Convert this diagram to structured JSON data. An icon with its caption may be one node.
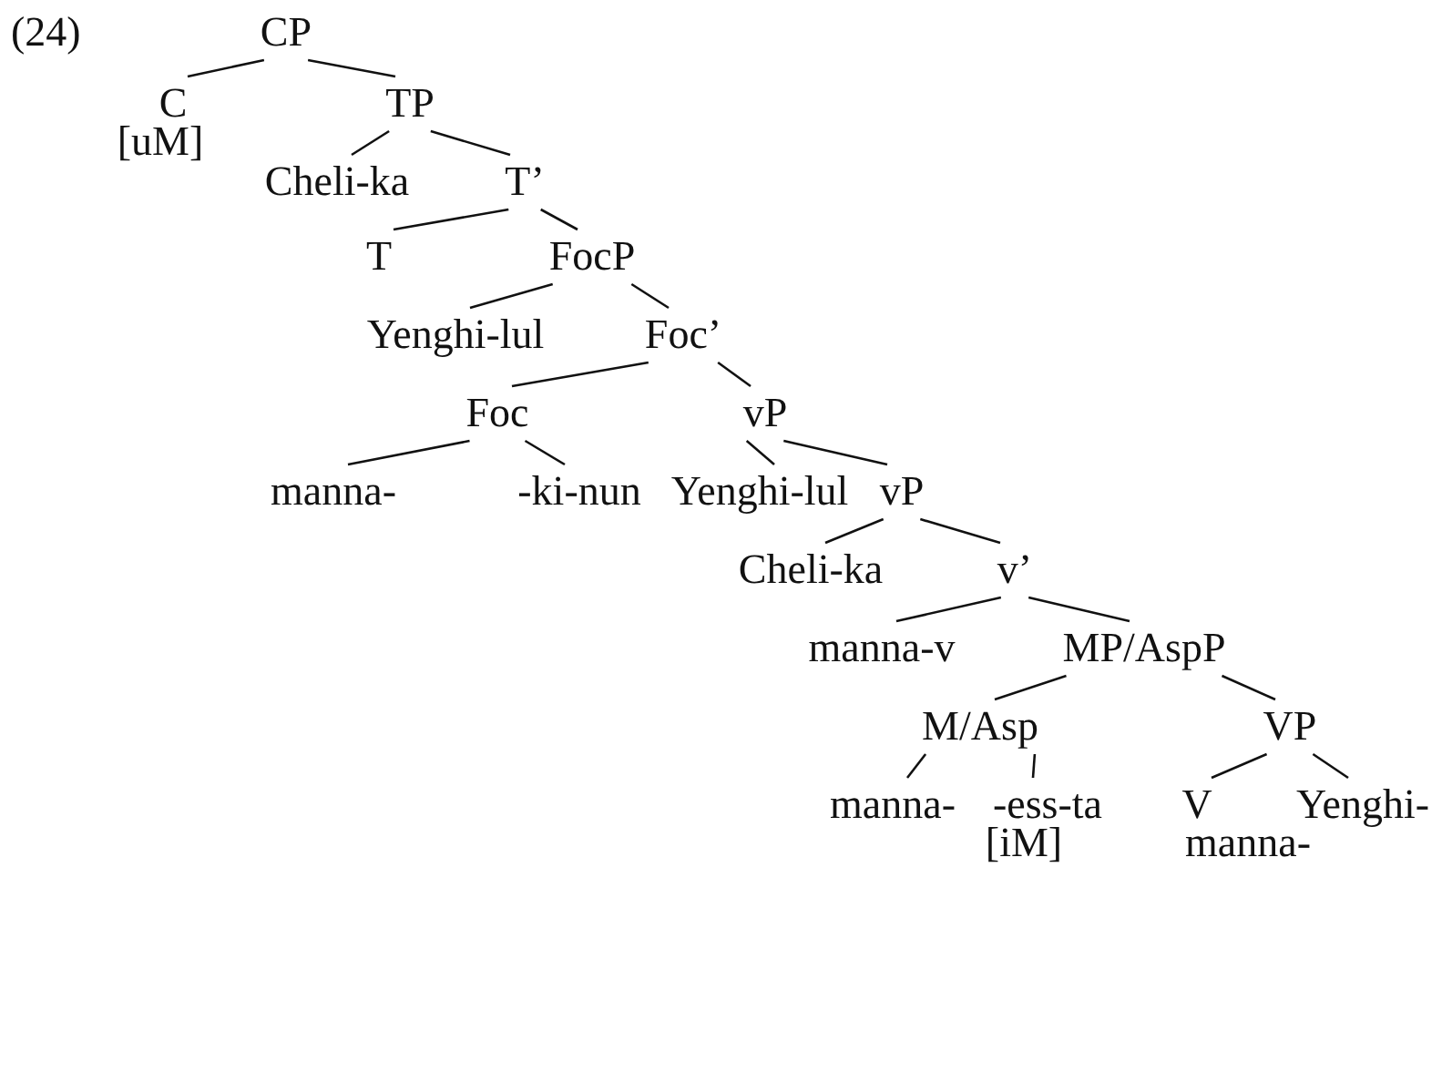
{
  "diagram": {
    "nodes": [
      {
        "text": [
          "CP"
        ]
      },
      {
        "text": [
          "C"
        ],
        "beside": [
          "[uM]"
        ]
      },
      {
        "text": [
          "TP"
        ]
      },
      {
        "text": [
          "Cheli-ka"
        ]
      },
      {
        "text": [
          "T’"
        ]
      },
      {
        "text": [
          "T"
        ]
      },
      {
        "text": [
          "FocP"
        ]
      },
      {
        "text": [
          "Yenghi-lul"
        ]
      },
      {
        "text": [
          "Foc’"
        ]
      },
      {
        "text": [
          "Foc"
        ]
      },
      {
        "text": [
          "vP"
        ]
      },
      {
        "text": [
          "manna-"
        ]
      },
      {
        "text": [
          "-ki-nun"
        ]
      },
      {
        "text": [
          "Yenghi-lul"
        ]
      },
      {
        "text": [
          "vP"
        ]
      },
      {
        "text": [
          "Cheli-ka"
        ]
      },
      {
        "text": [
          "v’"
        ]
      },
      {
        "text": [
          "manna-v"
        ]
      },
      {
        "text": [
          "MP/AspP"
        ]
      },
      {
        "text": [
          "M/Asp"
        ]
      },
      {
        "text": [
          "VP"
        ]
      },
      {
        "text": [
          "manna-"
        ]
      },
      {
        "text": [
          "-ess-ta"
        ],
        "beside": [
          "[iM]"
        ]
      },
      {
        "text": [
          "V"
        ],
        "beside": [
          "manna-"
        ]
      },
      {
        "text": [
          "Yenghi-"
        ]
      }
    ],
    "edges": [
      {
        "from": 0,
        "to": 1,
        "arrow": "none"
      },
      {
        "from": 0,
        "to": 2,
        "arrow": "none"
      },
      {
        "from": 2,
        "to": 3,
        "arrow": "none"
      },
      {
        "from": 2,
        "to": 4,
        "arrow": "none"
      },
      {
        "from": 4,
        "to": 5,
        "arrow": "none"
      },
      {
        "from": 4,
        "to": 6,
        "arrow": "none"
      },
      {
        "from": 6,
        "to": 7,
        "arrow": "none"
      },
      {
        "from": 6,
        "to": 8,
        "arrow": "none"
      },
      {
        "from": 8,
        "to": 9,
        "arrow": "none"
      },
      {
        "from": 8,
        "to": 10,
        "arrow": "none"
      },
      {
        "from": 9,
        "to": 11,
        "arrow": "none"
      },
      {
        "from": 9,
        "to": 12,
        "arrow": "none"
      },
      {
        "from": 10,
        "to": 13,
        "arrow": "none"
      },
      {
        "from": 10,
        "to": 14,
        "arrow": "none"
      },
      {
        "from": 14,
        "to": 15,
        "arrow": "none"
      },
      {
        "from": 14,
        "to": 16,
        "arrow": "none"
      },
      {
        "from": 16,
        "to": 17,
        "arrow": "none"
      },
      {
        "from": 16,
        "to": 18,
        "arrow": "none"
      },
      {
        "from": 18,
        "to": 19,
        "arrow": "none"
      },
      {
        "from": 18,
        "to": 20,
        "arrow": "none"
      },
      {
        "from": 19,
        "to": 21,
        "arrow": "none"
      },
      {
        "from": 19,
        "to": 22,
        "arrow": "none"
      },
      {
        "from": 20,
        "to": 23,
        "arrow": "none"
      },
      {
        "from": 20,
        "to": 24,
        "arrow": "none"
      }
    ],
    "labels": [
      "(24)"
    ]
  }
}
